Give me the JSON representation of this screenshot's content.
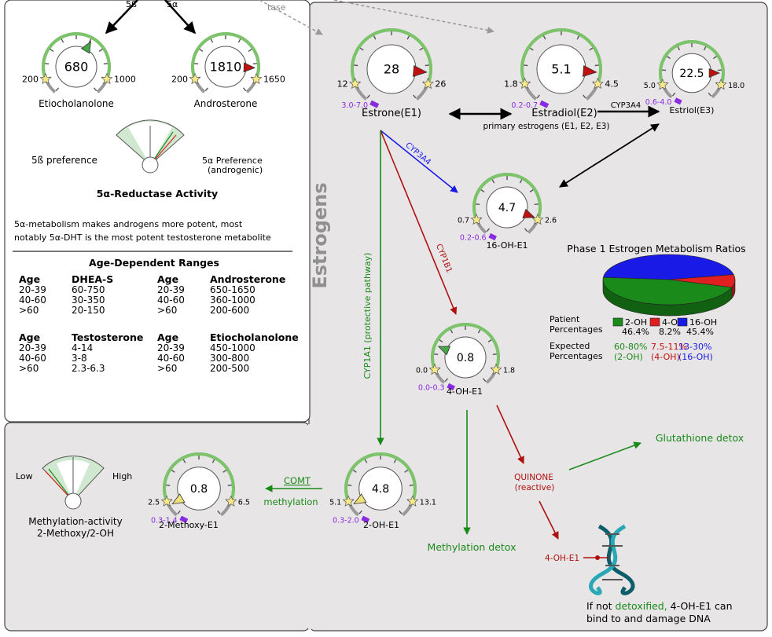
{
  "androgens": {
    "top_labels": [
      "5ß",
      "5α"
    ],
    "etiocholanolone": {
      "name": "Etiocholanolone",
      "value": "680",
      "low": "200",
      "high": "1000"
    },
    "androsterone": {
      "name": "Androsterone",
      "value": "1810",
      "low": "200",
      "high": "1650"
    },
    "reductase": {
      "left_label": "5ß preference",
      "right_label_1": "5α Preference",
      "right_label_2": "(androgenic)",
      "title": "5α-Reductase Activity"
    },
    "note_1": "5α-metabolism makes androgens more potent, most",
    "note_2": "notably 5α-DHT is the most potent testosterone metabolite",
    "age_title": "Age-Dependent Ranges",
    "age_tables": [
      {
        "headers": [
          "Age",
          "DHEA-S"
        ],
        "rows": [
          [
            "20-39",
            "60-750"
          ],
          [
            "40-60",
            "30-350"
          ],
          [
            ">60",
            "20-150"
          ]
        ]
      },
      {
        "headers": [
          "Age",
          "Androsterone"
        ],
        "rows": [
          [
            "20-39",
            "650-1650"
          ],
          [
            "40-60",
            "360-1000"
          ],
          [
            ">60",
            "200-600"
          ]
        ]
      },
      {
        "headers": [
          "Age",
          "Testosterone"
        ],
        "rows": [
          [
            "20-39",
            "4-14"
          ],
          [
            "40-60",
            "3-8"
          ],
          [
            ">60",
            "2.3-6.3"
          ]
        ]
      },
      {
        "headers": [
          "Age",
          "Etiocholanolone"
        ],
        "rows": [
          [
            "20-39",
            "450-1000"
          ],
          [
            "40-60",
            "300-800"
          ],
          [
            ">60",
            "200-500"
          ]
        ]
      }
    ]
  },
  "estrogens": {
    "section_label": "Estrogens",
    "top_fragment": "tase",
    "estrone": {
      "name": "Estrone(E1)",
      "value": "28",
      "low": "12",
      "high": "26",
      "ref": "3.0-7.0"
    },
    "estradiol": {
      "name": "Estradiol(E2)",
      "value": "5.1",
      "low": "1.8",
      "high": "4.5",
      "ref": "0.2-0.7"
    },
    "estriol": {
      "name": "Estriol(E3)",
      "value": "22.5",
      "low": "5.0",
      "high": "18.0",
      "ref": "0.6-4.0"
    },
    "oh16": {
      "name": "16-OH-E1",
      "value": "4.7",
      "low": "0.7",
      "high": "2.6",
      "ref": "0.2-0.6"
    },
    "oh4": {
      "name": "4-OH-E1",
      "value": "0.8",
      "low": "0.0",
      "high": "1.8",
      "ref": "0.0-0.3"
    },
    "oh2": {
      "name": "2-OH-E1",
      "value": "4.8",
      "low": "5.1",
      "high": "13.1",
      "ref": "0.3-2.0"
    },
    "methoxy": {
      "name": "2-Methoxy-E1",
      "value": "0.8",
      "low": "2.5",
      "high": "6.5",
      "ref": "0.3-1.4"
    },
    "primary_label": "primary estrogens (E1, E2, E3)",
    "cyp3a4_top": "CYP3A4",
    "cyp3a4_diag": "CYP3A4",
    "cyp1b1": "CYP1B1",
    "cyp1a1": "CYP1A1 (protective pathway)",
    "comt": "COMT",
    "methylation": "methylation",
    "methylation_detox": "Methylation detox",
    "quinone_1": "QUINONE",
    "quinone_2": "(reactive)",
    "glutathione": "Glutathione detox",
    "dna_label": "4-OH-E1",
    "final_1": "If not",
    "final_detox": "detoxified,",
    "final_2": "4-OH-E1 can",
    "final_3": "bind to and damage DNA",
    "methylation_activity": {
      "low": "Low",
      "high": "High",
      "title_1": "Methylation-activity",
      "title_2": "2-Methoxy/2-OH"
    }
  },
  "ratios": {
    "title": "Phase 1 Estrogen Metabolism Ratios",
    "patient_label_1": "Patient",
    "patient_label_2": "Percentages",
    "expected_label_1": "Expected",
    "expected_label_2": "Percentages",
    "legend": [
      {
        "name": "2-OH",
        "color": "#1a8a1a",
        "patient": "46.4%",
        "expected_1": "60-80%",
        "expected_2": "(2-OH)"
      },
      {
        "name": "4-OH",
        "color": "#e02020",
        "patient": "8.2%",
        "expected_1": "7.5-11%",
        "expected_2": "(4-OH)"
      },
      {
        "name": "16-OH",
        "color": "#1a1ae6",
        "patient": "45.4%",
        "expected_1": "13-30%",
        "expected_2": "(16-OH)"
      }
    ]
  },
  "chart_data": {
    "type": "pie",
    "title": "Phase 1 Estrogen Metabolism Ratios",
    "categories": [
      "2-OH",
      "4-OH",
      "16-OH"
    ],
    "values": [
      46.4,
      8.2,
      45.4
    ],
    "colors": [
      "#1a8a1a",
      "#e02020",
      "#1a1ae6"
    ]
  }
}
